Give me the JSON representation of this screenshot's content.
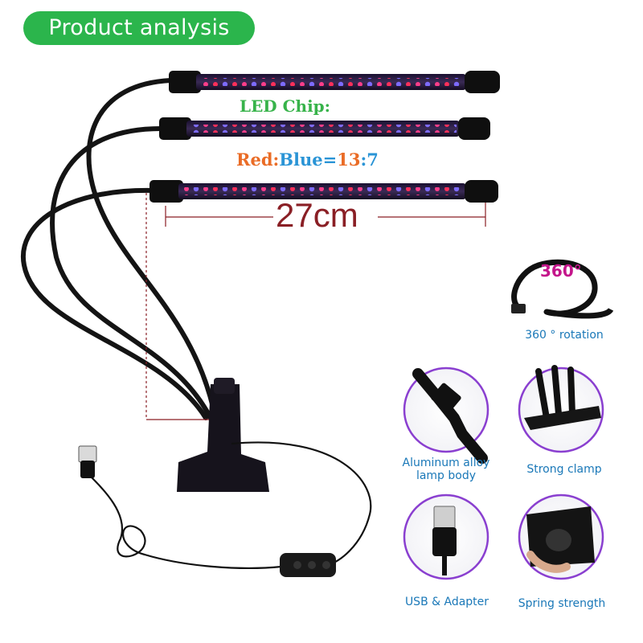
{
  "header": {
    "title": "Product analysis"
  },
  "product": {
    "led_chip_label": "LED Chip:",
    "ratio": {
      "red_label": "Red",
      "colon": ":",
      "blue_label": "Blue",
      "equals": "=",
      "red_value": "13",
      "sep": ":",
      "blue_value": "7"
    },
    "length_label": "27cm"
  },
  "features": [
    {
      "badge": "360°",
      "label": "360 ° rotation",
      "icon": "gooseneck-icon"
    },
    {
      "label_lines": [
        "Aluminum alloy",
        "lamp body"
      ],
      "icon": "lamp-head-icon"
    },
    {
      "label": "Strong clamp",
      "icon": "clamp-icon"
    },
    {
      "label": "USB & Adapter",
      "icon": "usb-plug-icon"
    },
    {
      "label": "Spring strength",
      "icon": "spring-clamp-icon"
    }
  ],
  "colors": {
    "accent": "#2bb54c",
    "led_red": "#ff2f5a",
    "led_blue": "#6b5cff",
    "circle_border": "#8a3fd0",
    "feature_text": "#1a78b8",
    "dimension_text": "#8a1f25"
  }
}
